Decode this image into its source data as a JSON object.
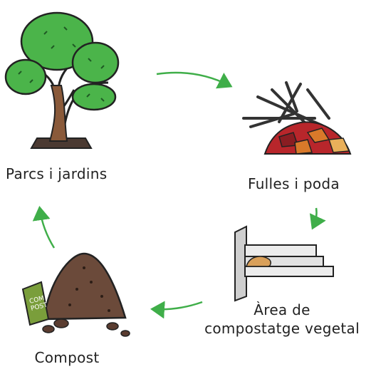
{
  "nodes": {
    "parcs": {
      "label": "Parcs i jardins",
      "icon": "tree-icon"
    },
    "fulles": {
      "label": "Fulles i poda",
      "icon": "leaves-and-branches-icon"
    },
    "area": {
      "label_line1": "Àrea de",
      "label_line2": "compostatge vegetal",
      "icon": "compost-bin-icon"
    },
    "compost": {
      "label": "Compost",
      "icon": "compost-pile-icon"
    }
  },
  "colors": {
    "arrow": "#3fae49",
    "tree_foliage": "#4bb44a",
    "trunk": "#8a5a3a",
    "leaves_red": "#b8262b",
    "leaves_orange": "#d9792a",
    "soil": "#6b4a3a",
    "bag": "#7a9e3b"
  }
}
